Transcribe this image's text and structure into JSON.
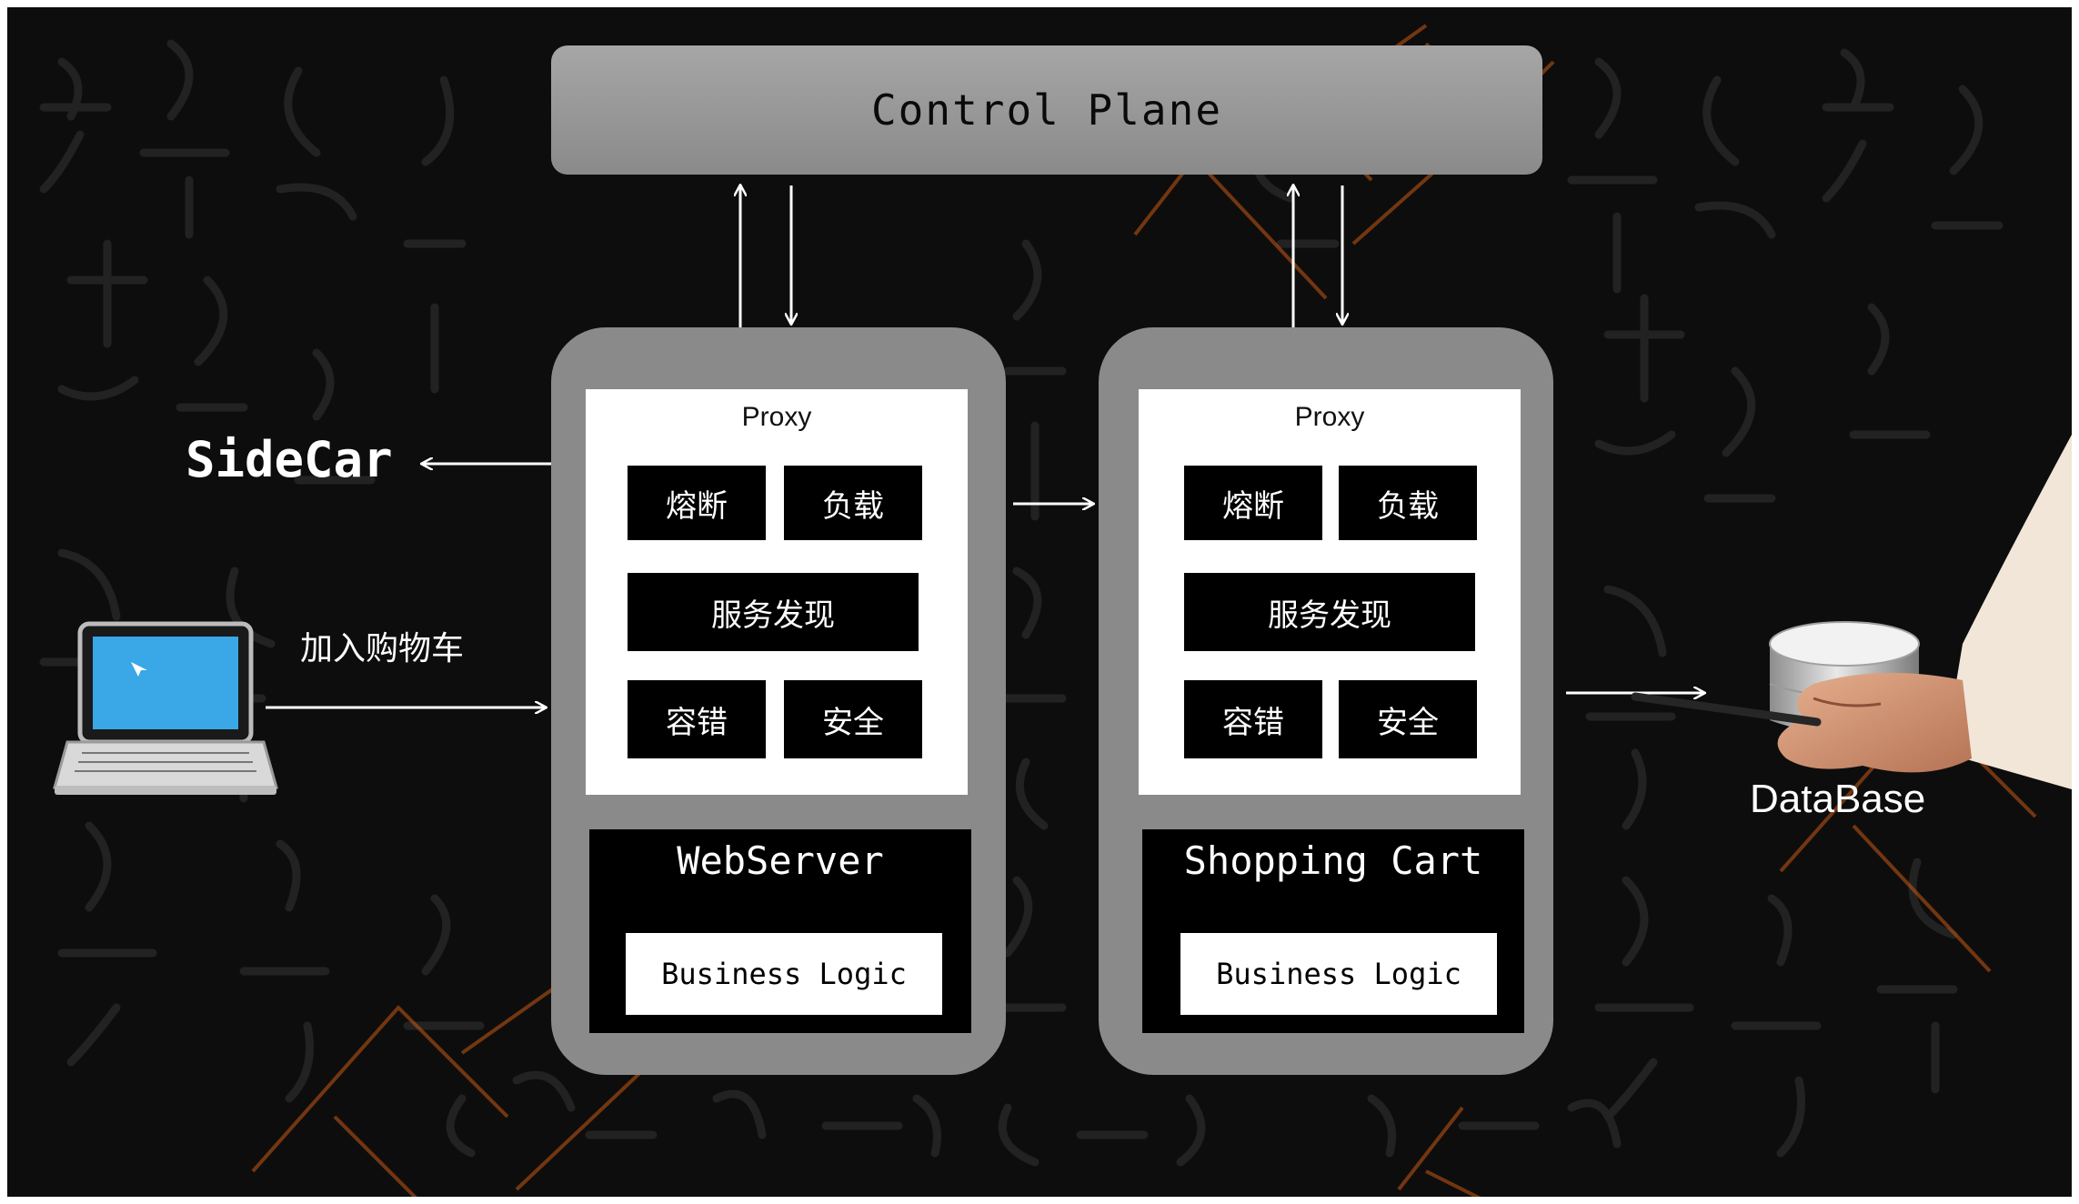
{
  "control_plane": {
    "label": "Control Plane"
  },
  "sidecar": {
    "label": "SideCar"
  },
  "client": {
    "action_label": "加入购物车",
    "icon": "laptop-icon"
  },
  "services": [
    {
      "proxy_title": "Proxy",
      "features": [
        "熔断",
        "负载",
        "服务发现",
        "容错",
        "安全"
      ],
      "app_name": "WebServer",
      "business_logic": "Business Logic"
    },
    {
      "proxy_title": "Proxy",
      "features": [
        "熔断",
        "负载",
        "服务发现",
        "容错",
        "安全"
      ],
      "app_name": "Shopping Cart",
      "business_logic": "Business Logic"
    }
  ],
  "database": {
    "label": "DataBase",
    "icon": "database-icon"
  },
  "colors": {
    "background": "#0d0d0d",
    "panel_gray": "#8a8a8a",
    "box_black": "#000000",
    "box_white": "#ffffff",
    "watermark": "#c85a14",
    "laptop_screen": "#3aa7e6"
  }
}
